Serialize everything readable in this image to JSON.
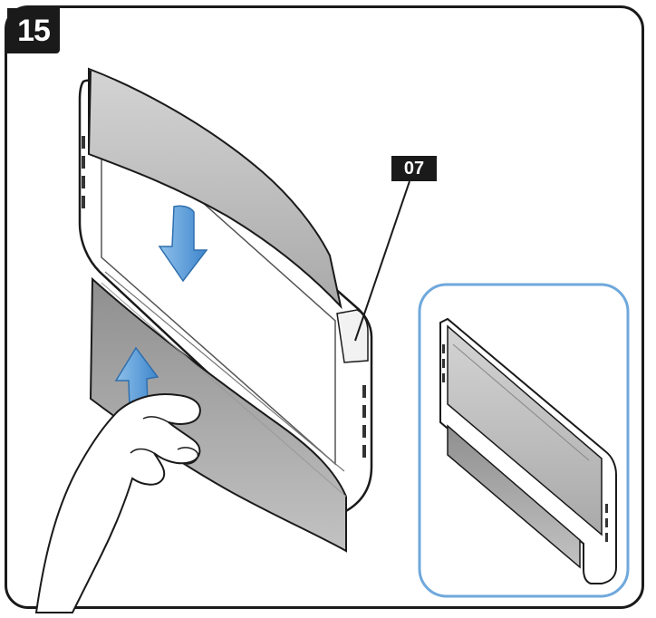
{
  "step": {
    "number": "15"
  },
  "callout": {
    "part_label": "07"
  },
  "colors": {
    "outline": "#1a1a1a",
    "filter_top": "#bdbdbd",
    "filter_bottom": "#9e9e9e",
    "arrow": "#5b9bd5",
    "inset_border": "#6fa8dc",
    "frame": "#ffffff"
  },
  "icons": {
    "arrow_down": "arrow-down-icon",
    "arrow_up": "arrow-up-icon",
    "hand": "hand-illustration"
  }
}
